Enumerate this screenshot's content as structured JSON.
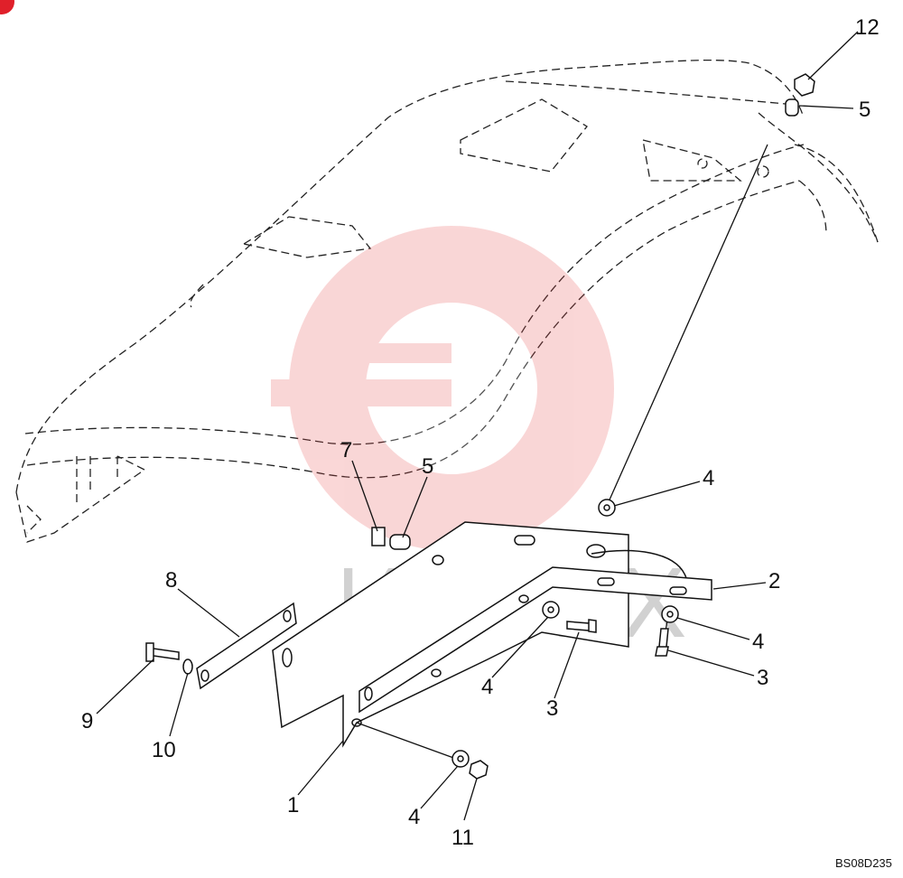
{
  "diagram_code": "BS08D235",
  "callouts": [
    {
      "id": "c12",
      "label": "12"
    },
    {
      "id": "c5a",
      "label": "5"
    },
    {
      "id": "c7",
      "label": "7"
    },
    {
      "id": "c5b",
      "label": "5"
    },
    {
      "id": "c4a",
      "label": "4"
    },
    {
      "id": "c2",
      "label": "2"
    },
    {
      "id": "c8",
      "label": "8"
    },
    {
      "id": "c4b",
      "label": "4"
    },
    {
      "id": "c4c",
      "label": "4"
    },
    {
      "id": "c3a",
      "label": "3"
    },
    {
      "id": "c3b",
      "label": "3"
    },
    {
      "id": "c9",
      "label": "9"
    },
    {
      "id": "c10",
      "label": "10"
    },
    {
      "id": "c1",
      "label": "1"
    },
    {
      "id": "c4d",
      "label": "4"
    },
    {
      "id": "c11",
      "label": "11"
    }
  ],
  "watermark": {
    "text": "ИНТЕХ",
    "color": "#e8474a"
  }
}
